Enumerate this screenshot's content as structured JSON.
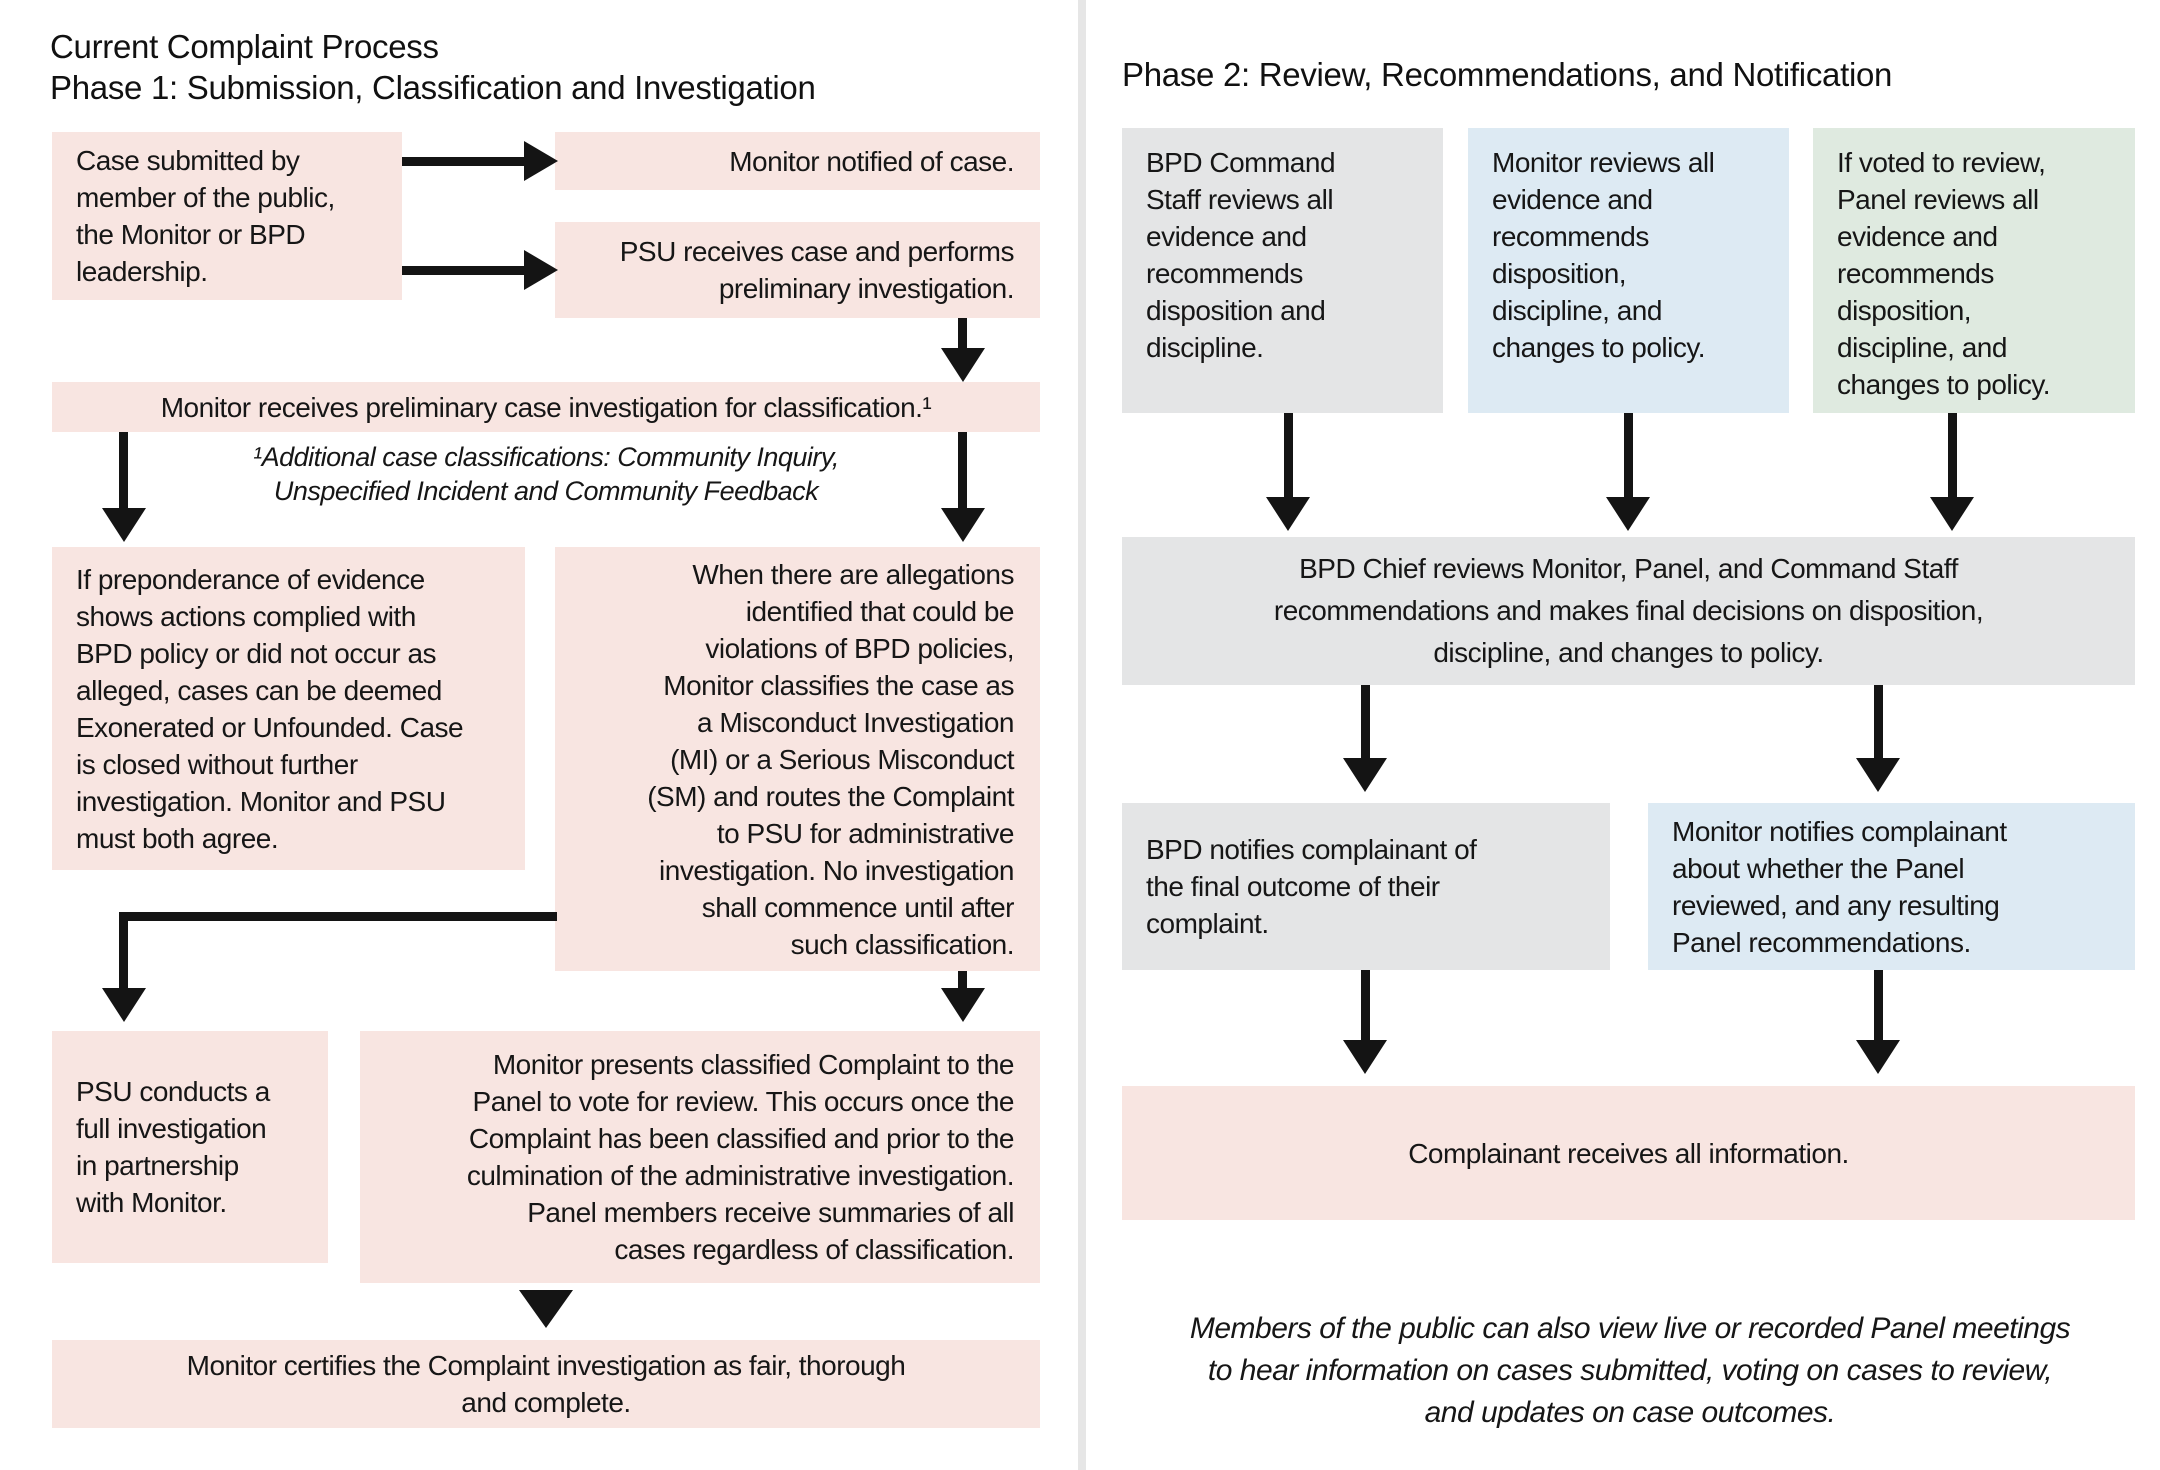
{
  "colors": {
    "pink": "#f8e5e1",
    "gray": "#e4e5e6",
    "blue": "#ddeaf3",
    "green": "#dfeae0",
    "arrow": "#141414",
    "divider": "#e6e6e6",
    "text": "#161616",
    "background": "#ffffff"
  },
  "phase1": {
    "title": [
      "Current Complaint Process",
      "Phase 1: Submission, Classification and Investigation"
    ],
    "boxes": {
      "case_submitted": [
        "Case submitted by",
        "member of the public,",
        "the Monitor or BPD",
        "leadership."
      ],
      "monitor_notified": [
        "Monitor notified of case."
      ],
      "psu_receives": [
        "PSU receives case and performs",
        "preliminary investigation."
      ],
      "monitor_receives": [
        "Monitor receives preliminary case investigation for classification.¹"
      ],
      "footnote": [
        "¹Additional case classifications: Community Inquiry,",
        "Unspecified Incident and Community Feedback"
      ],
      "exonerated_unfounded": [
        "If preponderance of evidence",
        "shows actions complied with",
        "BPD policy or did not occur as",
        "alleged, cases can be deemed",
        "Exonerated or Unfounded. Case",
        "is closed without further",
        "investigation. Monitor and PSU",
        "must both agree."
      ],
      "allegations_classified": [
        "When there are allegations",
        "identified that could be",
        "violations of BPD policies,",
        "Monitor classifies the case as",
        "a Misconduct Investigation",
        "(MI) or a Serious Misconduct",
        "(SM) and routes the Complaint",
        "to PSU for administrative",
        "investigation. No investigation",
        "shall commence until after",
        "such classification."
      ],
      "psu_full_investigation": [
        "PSU conducts a",
        "full investigation",
        "in partnership",
        "with Monitor."
      ],
      "monitor_presents": [
        "Monitor presents classified Complaint to the",
        "Panel to vote for review. This occurs once the",
        "Complaint has been classified and prior to the",
        "culmination of the administrative investigation.",
        "Panel members receive summaries of all",
        "cases regardless of classification."
      ],
      "monitor_certifies": [
        "Monitor certifies the Complaint investigation as fair, thorough",
        "and complete."
      ]
    }
  },
  "phase2": {
    "title": "Phase 2: Review, Recommendations, and Notification",
    "boxes": {
      "command_staff_reviews": [
        "BPD Command",
        "Staff reviews all",
        "evidence and",
        "recommends",
        "disposition and",
        "discipline."
      ],
      "monitor_reviews": [
        "Monitor reviews all",
        "evidence and",
        "recommends",
        "disposition,",
        "discipline, and",
        "changes to policy."
      ],
      "panel_reviews": [
        "If voted to review,",
        "Panel reviews all",
        "evidence and",
        "recommends",
        "disposition,",
        "discipline, and",
        "changes to policy."
      ],
      "chief_reviews": [
        "BPD Chief reviews Monitor, Panel, and Command Staff",
        "recommendations and makes final decisions on disposition,",
        "discipline, and changes to policy."
      ],
      "bpd_notifies": [
        "BPD notifies complainant of",
        "the final outcome of their",
        "complaint."
      ],
      "monitor_notifies": [
        "Monitor notifies complainant",
        "about whether the Panel",
        "reviewed, and any resulting",
        "Panel recommendations."
      ],
      "complainant_receives": [
        "Complainant receives all information."
      ],
      "public_note": [
        "Members of the public can also view live or recorded Panel meetings",
        "to hear information on cases submitted, voting on cases to review,",
        "and updates on case outcomes."
      ]
    }
  }
}
